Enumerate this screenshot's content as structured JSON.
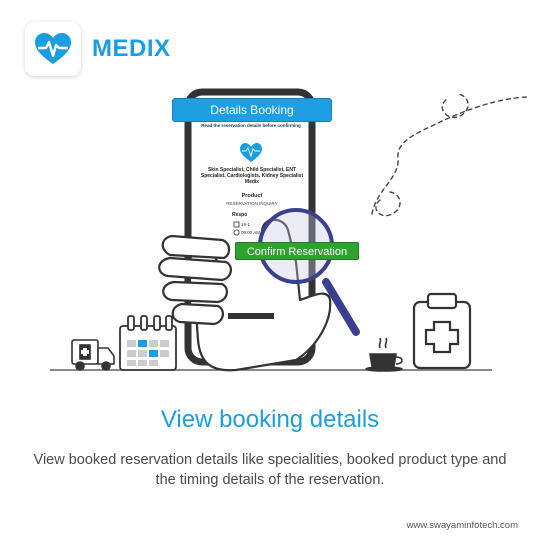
{
  "brand": {
    "name": "MEDIX",
    "logo_icon": "heart-pulse-icon",
    "accent": "#1a9ee0"
  },
  "phone": {
    "header_title": "Details Booking",
    "note": "Read the reservation details before confirming",
    "specialities": "Skin Specialist, Child Specialist, ENT Specialist, Cardiologists, Kidney Specialist Medix",
    "product_label": "Product",
    "product_value": "RESERVATION INQUIRY",
    "response_label": "Respo",
    "response_date": "16-1",
    "response_time": "09:00 AM",
    "confirm_label": "Confirm Reservation",
    "confirm_color": "#2fa22f"
  },
  "headline": "View booking details",
  "description": "View booked reservation details like specialities, booked product type and the timing details of the reservation.",
  "footer": {
    "url": "www.swayaminfotech.com"
  },
  "icons": [
    "ambulance-icon",
    "calendar-icon",
    "magnifier-icon",
    "coffee-cup-icon",
    "medical-clipboard-icon",
    "dotted-path-icon"
  ]
}
